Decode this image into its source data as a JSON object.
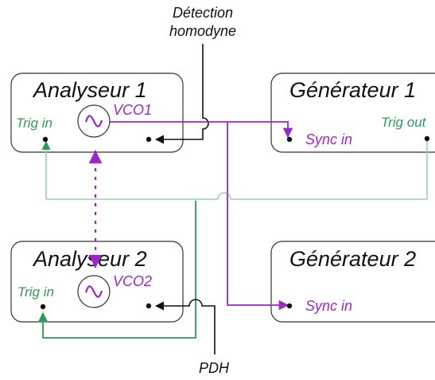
{
  "labels": {
    "detection": [
      "Détection",
      "homodyne"
    ],
    "pdh": "PDH"
  },
  "boxes": {
    "analyseur1": {
      "title": "Analyseur 1",
      "trig_in": "Trig in",
      "vco": "VCO1"
    },
    "analyseur2": {
      "title": "Analyseur 2",
      "trig_in": "Trig in",
      "vco": "VCO2"
    },
    "generateur1": {
      "title": "Générateur 1",
      "sync_in": "Sync in",
      "trig_out": "Trig out"
    },
    "generateur2": {
      "title": "Générateur 2",
      "sync_in": "Sync in"
    }
  },
  "colors": {
    "purple": "#9b27c8",
    "green": "#2e9a5a",
    "light_green": "#9ccfb0",
    "black": "#111111"
  }
}
